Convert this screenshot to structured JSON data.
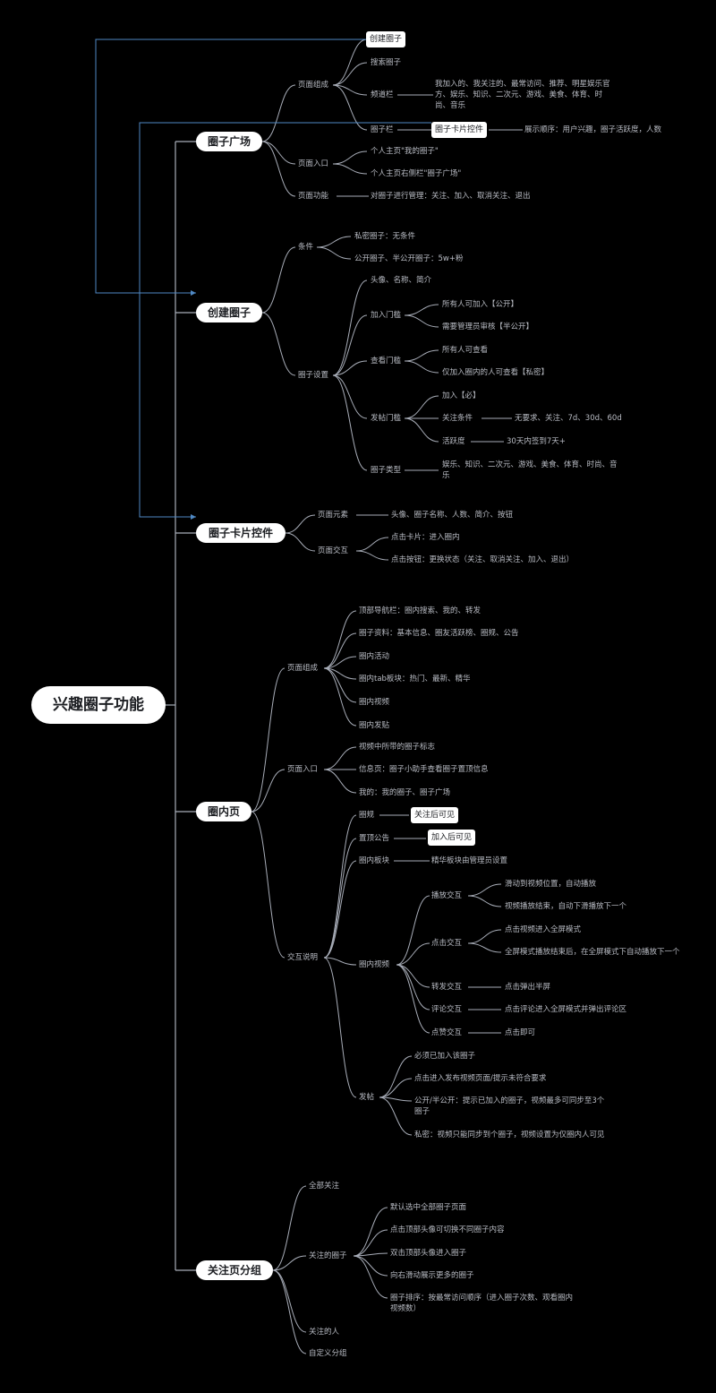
{
  "root": "兴趣圈子功能",
  "topics": {
    "square": "圈子广场",
    "create": "创建圈子",
    "card": "圈子卡片控件",
    "inner": "圈内页",
    "follow": "关注页分组"
  },
  "square": {
    "composition": "页面组成",
    "create_circle": "创建圈子",
    "search_circle": "搜索圈子",
    "channel_bar": "频道栏",
    "channel_desc": "我加入的、我关注的、最常访问、推荐、明星娱乐官方、娱乐、知识、二次元、游戏、美食、体育、时尚、音乐",
    "circle_bar": "圈子栏",
    "card_control": "圈子卡片控件",
    "display_order": "展示顺序：用户兴趣，圈子活跃度，人数",
    "entry": "页面入口",
    "entry_1": "个人主页\"我的圈子\"",
    "entry_2": "个人主页右侧栏\"圈子广场\"",
    "function": "页面功能",
    "function_desc": "对圈子进行管理：关注、加入、取消关注、退出"
  },
  "create": {
    "condition": "条件",
    "private": "私密圈子：无条件",
    "public": "公开圈子、半公开圈子：5w+粉",
    "settings": "圈子设置",
    "avatar": "头像、名称、简介",
    "join_gate": "加入门槛",
    "join_1": "所有人可加入【公开】",
    "join_2": "需要管理员审核【半公开】",
    "view_gate": "查看门槛",
    "view_1": "所有人可查看",
    "view_2": "仅加入圈内的人可查看【私密】",
    "post_gate": "发帖门槛",
    "post_1": "加入【必】",
    "post_2": "关注条件",
    "post_2_desc": "无要求、关注、7d、30d、60d",
    "post_3": "活跃度",
    "post_3_desc": "30天内签到7天+",
    "type": "圈子类型",
    "type_desc": "娱乐、知识、二次元、游戏、美食、体育、时尚、音乐"
  },
  "card": {
    "elements": "页面元素",
    "elements_desc": "头像、圈子名称、人数、简介、按钮",
    "interaction": "页面交互",
    "click_card": "点击卡片：进入圈内",
    "click_button": "点击按钮：更换状态（关注、取消关注、加入、退出）"
  },
  "inner": {
    "composition": "页面组成",
    "c1": "顶部导航栏：圈内搜索、我的、转发",
    "c2": "圈子资料：基本信息、圈友活跃榜、圈规、公告",
    "c3": "圈内活动",
    "c4": "圈内tab板块：热门、最新、精华",
    "c5": "圈内视频",
    "c6": "圈内发贴",
    "entry": "页面入口",
    "e1": "视频中所带的圈子标志",
    "e2": "信息页：圈子小助手查看圈子置顶信息",
    "e3": "我的：我的圈子、圈子广场",
    "interaction": "交互说明",
    "rules": "圈规",
    "rules_tag": "关注后可见",
    "notice": "置顶公告",
    "notice_tag": "加入后可见",
    "section": "圈内板块",
    "section_desc": "精华板块由管理员设置",
    "video": "圈内视频",
    "play": "播放交互",
    "play_1": "滑动到视频位置，自动播放",
    "play_2": "视频播放结束，自动下滑播放下一个",
    "click": "点击交互",
    "click_1": "点击视频进入全屏模式",
    "click_2": "全屏模式播放结束后，在全屏模式下自动播放下一个",
    "share": "转发交互",
    "share_desc": "点击弹出半屏",
    "comment": "评论交互",
    "comment_desc": "点击评论进入全屏模式并弹出评论区",
    "like": "点赞交互",
    "like_desc": "点击即可",
    "post": "发帖",
    "p1": "必须已加入该圈子",
    "p2": "点击进入发布视频页面/提示未符合要求",
    "p3": "公开/半公开：提示已加入的圈子，视频最多可同步至3个圈子",
    "p4": "私密：视频只能同步到个圈子，视频设置为仅圈内人可见"
  },
  "follow": {
    "all": "全部关注",
    "circles": "关注的圈子",
    "f1": "默认选中全部圈子页面",
    "f2": "点击顶部头像可切换不同圈子内容",
    "f3": "双击顶部头像进入圈子",
    "f4": "向右滑动展示更多的圈子",
    "f5": "圈子排序：按最常访问顺序（进入圈子次数、观看圈内视频数）",
    "people": "关注的人",
    "custom": "自定义分组"
  },
  "colors": {
    "line": "#a8adb8",
    "link": "#4f89c4",
    "background": "#000000"
  }
}
